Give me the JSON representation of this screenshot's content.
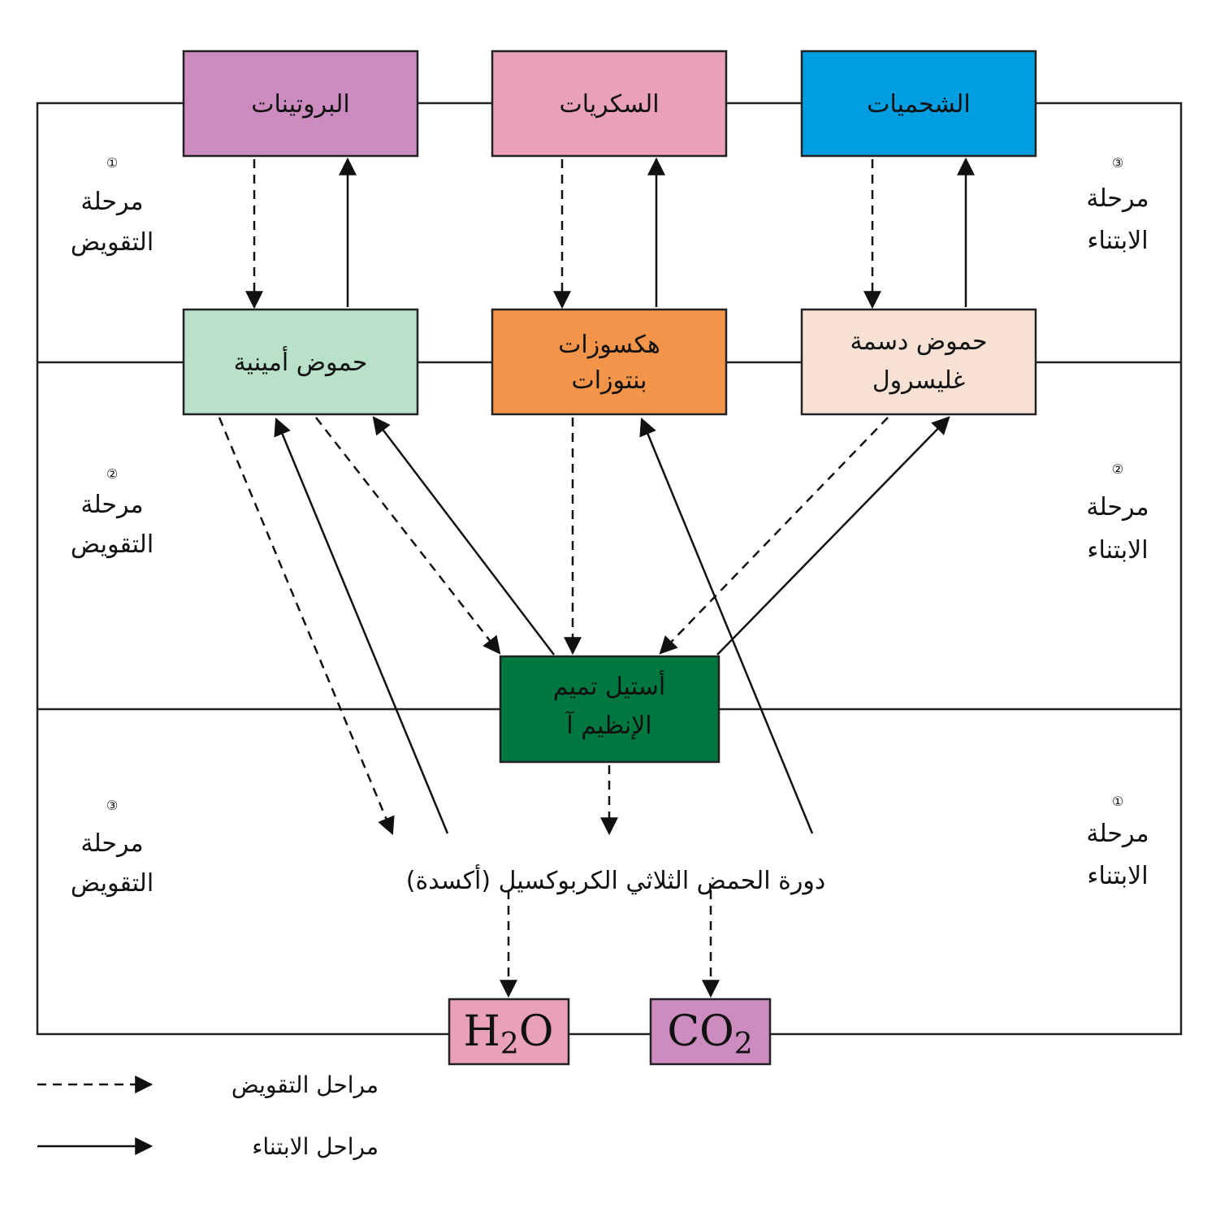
{
  "colors": {
    "proteins": "#cd8cbf",
    "sugars": "#e9a1b9",
    "lipids": "#009ee0",
    "amino_acids": "#b9e0c9",
    "hexoses": "#f2954a",
    "fatty_acids": "#f7e1d5",
    "acetyl_coa": "#00773f",
    "h2o": "#e9a1b9",
    "co2": "#cd8cbf",
    "line": "#222222"
  },
  "boxes": {
    "proteins": "البروتينات",
    "sugars": "السكريات",
    "lipids": "الشحميات",
    "amino_acids": "حموض أمينية",
    "hexoses": [
      "هكسوزات",
      "بنتوزات"
    ],
    "fatty_acids": [
      "حموض دسمة",
      "غليسرول"
    ],
    "acetyl_coa": [
      "أستيل تميم",
      "الإنظيم آ"
    ],
    "h2o": {
      "main": "H",
      "sub": "2",
      "tail": "O"
    },
    "co2": {
      "main": "CO",
      "sub": "2"
    }
  },
  "tca_label": "دورة الحمض الثلاثي الكربوكسيل (أكسدة)",
  "stages": {
    "left": [
      {
        "number": "①",
        "line1": "مرحلة",
        "line2": "التقويض"
      },
      {
        "number": "②",
        "line1": "مرحلة",
        "line2": "التقويض"
      },
      {
        "number": "③",
        "line1": "مرحلة",
        "line2": "التقويض"
      }
    ],
    "right": [
      {
        "number": "③",
        "line1": "مرحلة",
        "line2": "الابتناء"
      },
      {
        "number": "②",
        "line1": "مرحلة",
        "line2": "الابتناء"
      },
      {
        "number": "①",
        "line1": "مرحلة",
        "line2": "الابتناء"
      }
    ]
  },
  "legend": {
    "catabolism": "مراحل التقويض",
    "anabolism": "مراحل الابتناء"
  }
}
